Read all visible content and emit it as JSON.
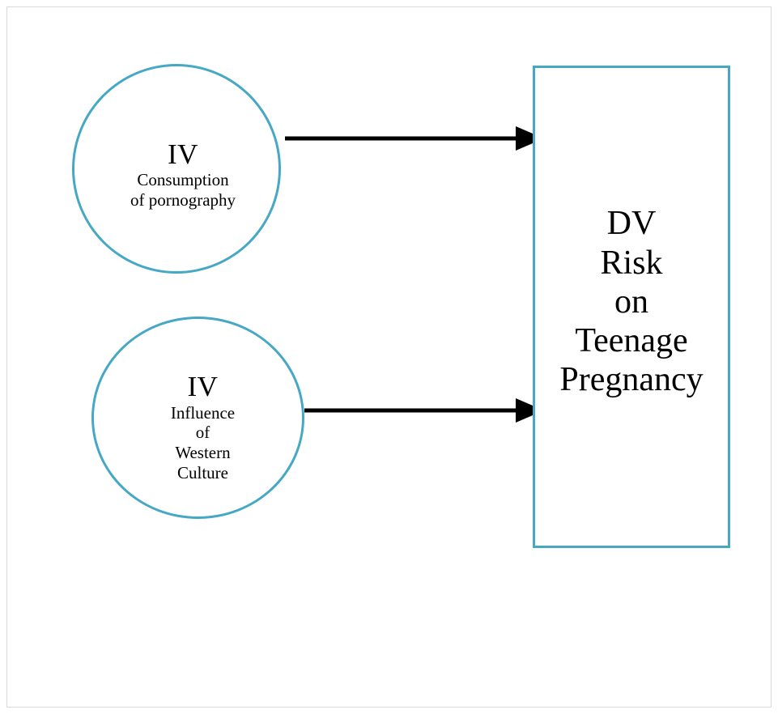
{
  "diagram": {
    "type": "conceptual-framework",
    "background_color": "#ffffff",
    "node_border_color": "#46a8c4",
    "arrow_color": "#000000",
    "text_color": "#000000",
    "frame_border_color": "#d6d9e1",
    "nodes": {
      "iv1": {
        "shape": "circle",
        "title": "IV",
        "line1": "Consumption",
        "line2": "of pornography"
      },
      "iv2": {
        "shape": "circle",
        "title": "IV",
        "line1": "Influence",
        "line2": "of",
        "line3": "Western",
        "line4": "Culture"
      },
      "dv": {
        "shape": "rectangle",
        "line1": "DV",
        "line2": "Risk",
        "line3": "on",
        "line4": "Teenage",
        "line5": "Pregnancy"
      }
    },
    "arrows": [
      {
        "name": "arrow-iv1-to-dv",
        "from": "iv1",
        "to": "dv"
      },
      {
        "name": "arrow-iv2-to-dv",
        "from": "iv2",
        "to": "dv"
      }
    ]
  }
}
